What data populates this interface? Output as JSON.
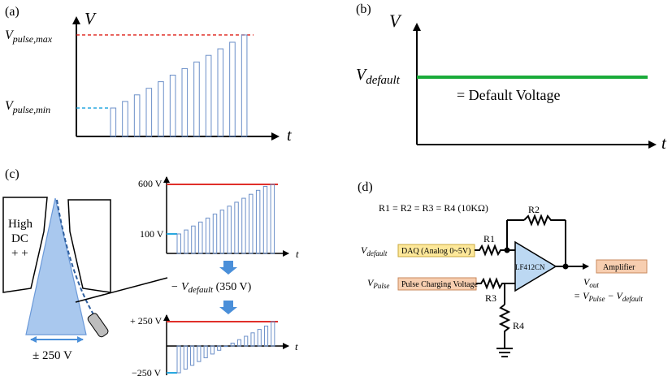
{
  "panel_a": {
    "label": "(a)",
    "y_axis": "V",
    "x_axis": "t",
    "vmax_main": "V",
    "vmax_sub": "pulse,max",
    "vmin_main": "V",
    "vmin_sub": "pulse,min",
    "pulses": [
      0.0,
      0.09,
      0.18,
      0.27,
      0.36,
      0.45,
      0.54,
      0.63,
      0.72,
      0.81,
      0.9,
      1.0
    ],
    "colors": {
      "max_line": "#e0302a",
      "min_line": "#29a8e0",
      "pulse": "#6b8fc8"
    }
  },
  "panel_b": {
    "label": "(b)",
    "y_axis": "V",
    "x_axis": "t",
    "vdefault_main": "V",
    "vdefault_sub": "default",
    "caption": "= Default Voltage",
    "colors": {
      "line": "#1aab3a"
    }
  },
  "panel_c": {
    "label": "(c)",
    "emitter_text": [
      "High",
      "DC",
      "+ +"
    ],
    "spread_label": "± 250 V",
    "top_plot": {
      "y_top": "600 V",
      "y_bottom": "100 V",
      "x_axis": "t",
      "pulses": [
        0.0,
        0.08,
        0.16,
        0.24,
        0.32,
        0.4,
        0.48,
        0.56,
        0.64,
        0.72,
        0.8,
        0.88,
        0.96,
        1.0
      ]
    },
    "subtract_label": "− V",
    "subtract_sub": "default",
    "subtract_value": " (350 V)",
    "bottom_plot": {
      "y_top": "+ 250 V",
      "y_bottom": "−250 V",
      "x_axis": "t",
      "pulses": [
        -1.0,
        -0.86,
        -0.72,
        -0.58,
        -0.44,
        -0.3,
        -0.16,
        -0.02,
        0.12,
        0.26,
        0.4,
        0.54,
        0.68,
        0.82,
        1.0
      ]
    },
    "colors": {
      "beam": "#a9c8ee",
      "red": "#e0302a",
      "blue_tick": "#29a8e0",
      "arrow": "#4a8fd9"
    }
  },
  "panel_d": {
    "label": "(d)",
    "equation": "R1 = R2 = R3 = R4 (10KΩ)",
    "r1": "R1",
    "r2": "R2",
    "r3": "R3",
    "r4": "R4",
    "opamp": "LF412CN",
    "daq_box": "DAQ (Analog 0~5V)",
    "pulse_box": "Pulse Charging Voltage",
    "amplifier": "Amplifier",
    "vdefault_main": "V",
    "vdefault_sub": "default",
    "vpulse_main": "V",
    "vpulse_sub": "Pulse",
    "vout_main": "V",
    "vout_sub": "out",
    "vout_eq": "= V",
    "vout_eq_sub1": "Pulse",
    "vout_minus": " − V",
    "vout_eq_sub2": "default",
    "colors": {
      "daq": "#fde89a",
      "pulse": "#f7ceb0",
      "amp": "#f7ceb0",
      "opamp": "#bcd8f2"
    }
  }
}
